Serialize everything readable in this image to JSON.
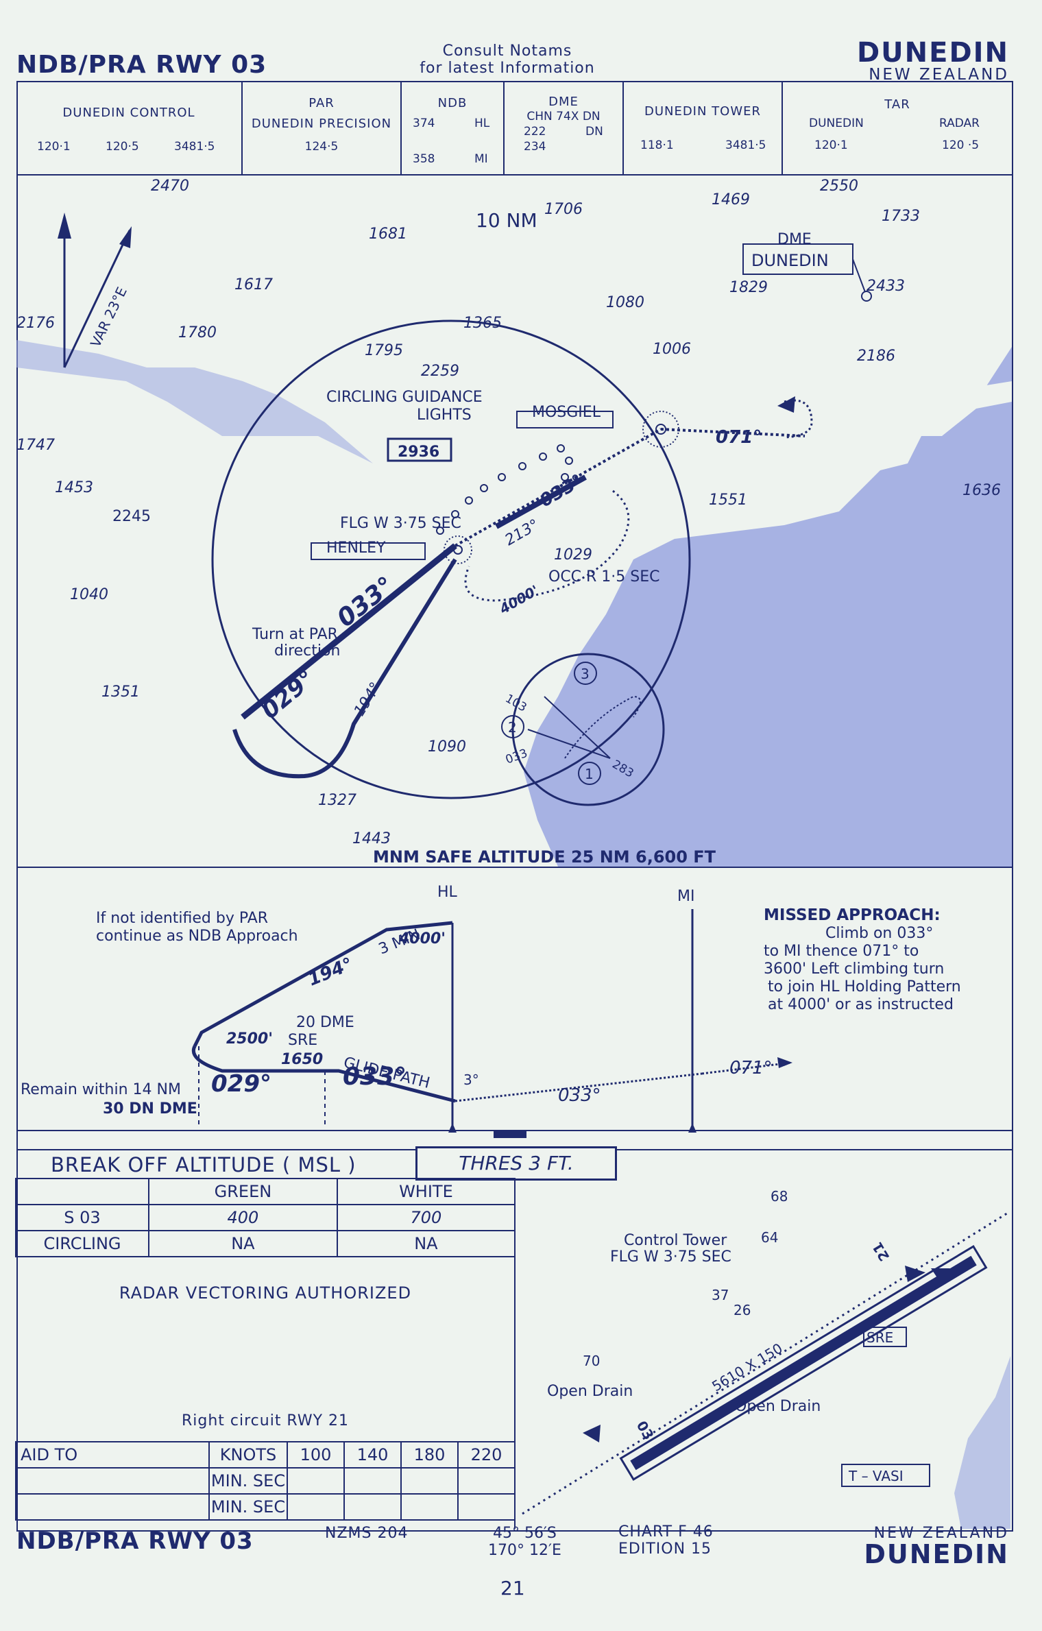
{
  "header": {
    "title_left": "NDB/PRA RWY 03",
    "notams_1": "Consult Notams",
    "notams_2": "for latest Information",
    "city": "DUNEDIN",
    "country": "NEW ZEALAND"
  },
  "freq": {
    "control": {
      "name": "DUNEDIN CONTROL",
      "f1": "120·1",
      "f2": "120·5",
      "f3": "3481·5"
    },
    "par": {
      "name": "PAR",
      "sub": "DUNEDIN PRECISION",
      "f": "124·5"
    },
    "ndb": {
      "name": "NDB",
      "f1": "374",
      "id1": "HL",
      "f2": "358",
      "id2": "MI"
    },
    "dme": {
      "name": "DME",
      "chn": "CHN 74X DN",
      "f1": "222",
      "id": "DN",
      "f2": "234"
    },
    "tower": {
      "name": "DUNEDIN TOWER",
      "f1": "118·1",
      "f2": "3481·5"
    },
    "tar": {
      "name": "TAR",
      "n1": "DUNEDIN",
      "n2": "RADAR",
      "f1": "120·1",
      "f2": "120 ·5"
    }
  },
  "plan": {
    "elevations": [
      "2470",
      "1681",
      "1706",
      "1469",
      "2550",
      "1733",
      "1617",
      "2176",
      "1780",
      "1365",
      "1080",
      "1829",
      "2433",
      "1795",
      "2259",
      "1006",
      "2186",
      "1747",
      "2936",
      "1453",
      "2245",
      "1551",
      "1636",
      "1029",
      "1040",
      "1351",
      "1090",
      "1327",
      "1443"
    ],
    "ring": "10 NM",
    "var": "VAR 23°E",
    "dme_box_1": "DME",
    "dme_box_2": "DUNEDIN",
    "mosgiel": "MOSGIEL",
    "henley": "HENLEY",
    "circling_1": "CIRCLING GUIDANCE",
    "circling_2": "LIGHTS",
    "flg": "FLG W 3·75 SEC",
    "occ": "OCC R 1·5 SEC",
    "turn_1": "Turn at PAR",
    "turn_2": "direction",
    "c033": "033°",
    "c071": "071°",
    "c213": "213°",
    "c029": "029°",
    "c194": "194°",
    "alt4000": "4000'",
    "inset_103": "103",
    "inset_033": "033",
    "inset_283": "283",
    "inset_1": "1",
    "inset_2": "2",
    "inset_3": "3",
    "msa": "MNM SAFE ALTITUDE 25 NM 6,600 FT"
  },
  "profile": {
    "hl": "HL",
    "mi": "MI",
    "not_ident_1": "If not identified by PAR",
    "not_ident_2": "continue as NDB Approach",
    "min3": "3 MIN",
    "alt4000": "4000'",
    "c194": "194°",
    "dme20": "20 DME",
    "sre": "SRE",
    "alt1650": "1650",
    "alt2500": "2500'",
    "glide": "GLIDE PATH",
    "deg3": "3°",
    "c029": "029°",
    "c033a": "033°",
    "c033b": "033°",
    "c071": "071°",
    "remain_1": "Remain within 14 NM",
    "remain_2": "30 DN DME",
    "ma_title": "MISSED APPROACH:",
    "ma_1": "Climb on 033°",
    "ma_2": "to MI thence 071° to",
    "ma_3": "3600' Left climbing turn",
    "ma_4": "to join HL Holding Pattern",
    "ma_5": "at 4000' or as instructed"
  },
  "minima": {
    "title": "BREAK OFF ALTITUDE ( MSL )",
    "thres": "THRES   3   FT.",
    "green": "GREEN",
    "white": "WHITE",
    "s03": "S 03",
    "s03_green": "400",
    "s03_white": "700",
    "circling": "CIRCLING",
    "circ_green": "NA",
    "circ_white": "NA",
    "radar": "RADAR VECTORING AUTHORIZED",
    "circuit": "Right circuit RWY 21",
    "aid": "AID TO",
    "knots": "KNOTS",
    "speeds": [
      "100",
      "140",
      "180",
      "220"
    ],
    "minsec": "MIN. SEC"
  },
  "aerodrome": {
    "h68": "68",
    "h64": "64",
    "h37": "37",
    "h26": "26",
    "h70": "70",
    "tower": "Control Tower",
    "flg": "FLG W 3·75 SEC",
    "drain1": "Open Drain",
    "drain2": "Open Drain",
    "dims": "5610 X 150",
    "rwy03": "03",
    "rwy21": "21",
    "sre": "SRE",
    "vasi": "T – VASI"
  },
  "footer": {
    "title_left": "NDB/PRA RWY 03",
    "nzms": "NZMS 204",
    "lat": "45° 56′S",
    "lon": "170° 12′E",
    "chart": "CHART F 46",
    "edition": "EDITION 15",
    "country": "NEW ZEALAND",
    "city": "DUNEDIN",
    "page": "21"
  },
  "colors": {
    "ink": "#1f2a6e",
    "paper": "#eef3ef",
    "shade": "#9aa6e0"
  }
}
